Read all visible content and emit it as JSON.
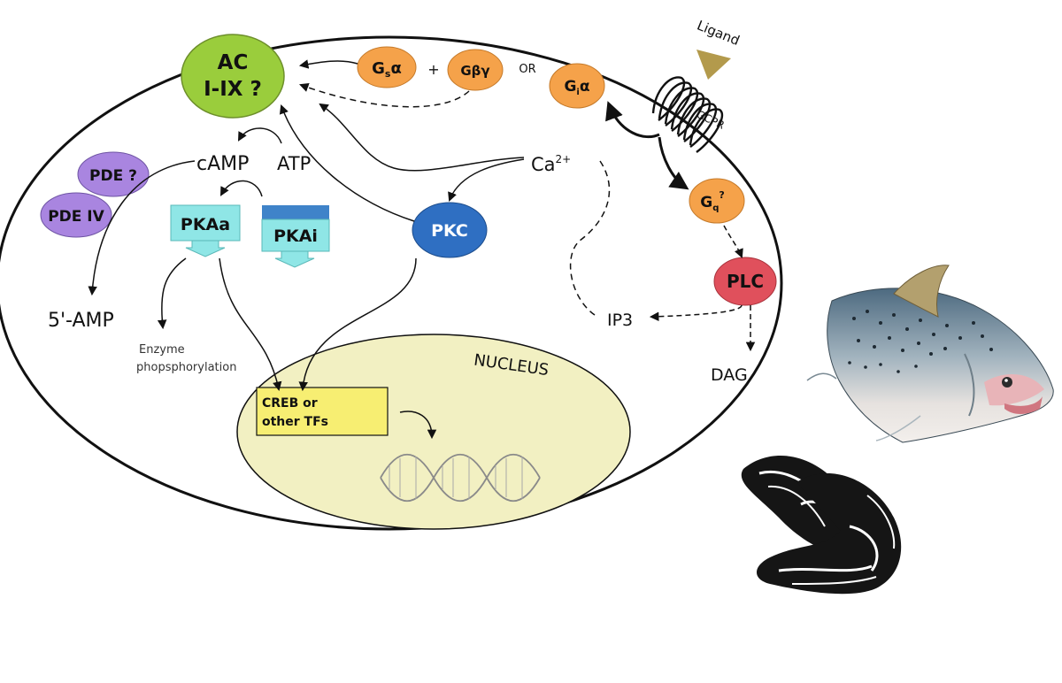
{
  "diagram": {
    "ac": {
      "line1": "AC",
      "line2": "I-IX ?"
    },
    "gs": {
      "main": "G",
      "sub": "s",
      "greek": "α"
    },
    "plus": "+",
    "gbg": "Gβγ",
    "or": "OR",
    "gi": {
      "main": "G",
      "sub": "i",
      "greek": "α"
    },
    "ligand": "Ligand",
    "gcpr": "GCPR",
    "gq": {
      "main": "G",
      "sub": "q",
      "sup": "?"
    },
    "plc": "PLC",
    "camp": "cAMP",
    "atp": "ATP",
    "ca": {
      "main": "Ca",
      "sup": "2+"
    },
    "pde1": "PDE ?",
    "pde2": "PDE IV",
    "pkaa": "PKAa",
    "pkai": "PKAi",
    "pkc": "PKC",
    "amp5": "5'-AMP",
    "enzyme_line1": "Enzyme",
    "enzyme_line2": "phopsphorylation",
    "nucleus": "NUCLEUS",
    "creb_line1": "CREB or",
    "creb_line2": "other TFs",
    "ip3": "IP3",
    "dag": "DAG"
  },
  "colors": {
    "ac": "#9acd3c",
    "g_protein": "#f5a24a",
    "pde": "#a985e0",
    "pka": "#8fe6e6",
    "pkai_bar": "#3f83c9",
    "pkc": "#2f6fc2",
    "plc": "#e0505c",
    "ligand": "#b39a4c",
    "nucleus": "#f2f0c2",
    "creb": "#f7ee72"
  },
  "icons": [
    "salmon-icon",
    "mussel-icon",
    "dna-icon",
    "receptor-icon"
  ]
}
